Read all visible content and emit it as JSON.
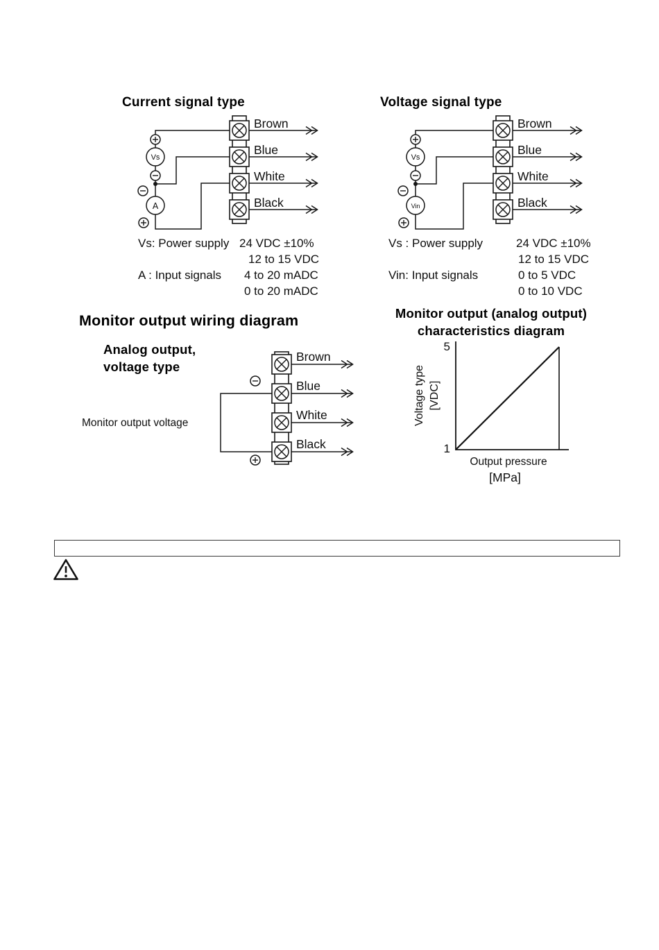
{
  "current_diagram": {
    "title": "Current signal type",
    "wires": [
      "Brown",
      "Blue",
      "White",
      "Black"
    ],
    "power_source_label": "Vs",
    "meter_label": "A",
    "specs": {
      "row1_label": "Vs: Power supply",
      "row1_value": "24 VDC ±10%",
      "row2_value": "12 to 15 VDC",
      "row3_label": "A : Input signals",
      "row3_value": "4 to 20 mADC",
      "row4_value": "0 to 20 mADC"
    }
  },
  "voltage_diagram": {
    "title": "Voltage signal type",
    "wires": [
      "Brown",
      "Blue",
      "White",
      "Black"
    ],
    "power_source_label": "Vs",
    "input_label": "Vin",
    "specs": {
      "row1_label": "Vs : Power supply",
      "row1_value": "24 VDC ±10%",
      "row2_value": "12 to 15 VDC",
      "row3_label": "Vin: Input signals",
      "row3_value": "0 to 5 VDC",
      "row4_value": "0 to 10 VDC"
    }
  },
  "monitor_wiring": {
    "title": "Monitor output wiring diagram",
    "subtitle_line1": "Analog output,",
    "subtitle_line2": "voltage type",
    "wires": [
      "Brown",
      "Blue",
      "White",
      "Black"
    ],
    "output_label": "Monitor output voltage"
  },
  "characteristics": {
    "title_line1": "Monitor output (analog output)",
    "title_line2": "characteristics diagram",
    "y_max": "5",
    "y_min": "1",
    "y_axis_line1": "Voltage type",
    "y_axis_line2": "[VDC]",
    "x_axis_line1": "Output pressure",
    "x_axis_line2": "[MPa]"
  },
  "chart_data": {
    "type": "line",
    "title": "Monitor output (analog output) characteristics diagram",
    "xlabel": "Output pressure [MPa]",
    "ylabel": "Voltage type [VDC]",
    "x_range": [
      "0",
      "rated pressure"
    ],
    "y_values": [
      1,
      5
    ],
    "ylim": [
      1,
      5
    ],
    "yticks": [
      1,
      5
    ],
    "grid": false,
    "legend": "none"
  },
  "icons": {
    "plus_terminal": "⊕",
    "minus_terminal": "⊖",
    "screw_terminal": "⊗",
    "warning": "⚠"
  }
}
